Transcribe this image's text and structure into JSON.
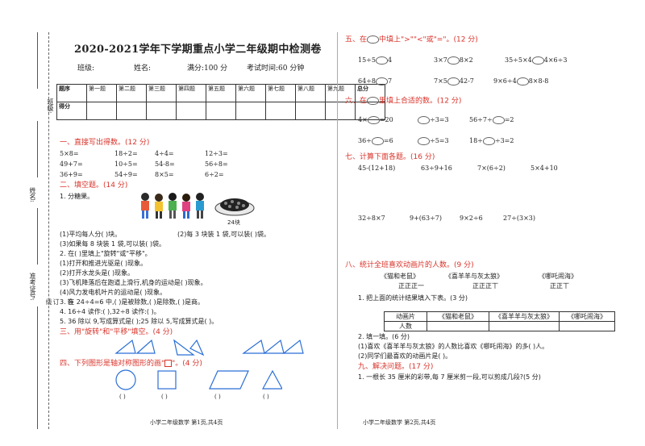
{
  "title": "2020-2021学年下学期重点小学二年级期中检测卷",
  "info": {
    "class": "班级:",
    "name": "姓名:",
    "full_score": "满分:100 分",
    "time": "考试时间:60 分钟"
  },
  "binding_strip": {
    "class_label": "班级:",
    "name_label": "姓名:",
    "exam_id_label": "准考证号:",
    "dashed_chars": [
      "-",
      "-",
      "-",
      "-",
      "装",
      "-",
      "-",
      "订",
      "-",
      "-",
      "线",
      "-",
      "-"
    ]
  },
  "score_table": {
    "row1": [
      "题序",
      "第一题",
      "第二题",
      "第三题",
      "第四题",
      "第五题",
      "第六题",
      "第七题",
      "第八题",
      "第九题",
      "总分"
    ],
    "row2": [
      "得分"
    ]
  },
  "s1": {
    "heading": "一、直接写出得数。(12 分)",
    "rows": [
      [
        "5×8=",
        "18÷2=",
        "4÷4=",
        "12÷3="
      ],
      [
        "49+7=",
        "10÷5=",
        "54-8=",
        "56÷8="
      ],
      [
        "36+9=",
        "54÷9=",
        "8×5=",
        "6÷2="
      ]
    ]
  },
  "s2": {
    "heading": "二、填空题。(14 分)",
    "q1": "1. 分糖果。",
    "candy_label": "24块",
    "q1_line1": "(1)平均每人分(     )块。",
    "q1_line2": "(2)每 3 块装 1 袋,可以装(     )袋。",
    "q1_line3": "(3)如果每 8 块装 1 袋,可以装(     )袋。",
    "q2": "2. 在(     )里填上\"旋转\"或\"平移\"。",
    "q2_1": "(1)打开和推进光驱是(     )现象。",
    "q2_2": "(2)打开水龙头是(     )现象。",
    "q2_3": "(3)飞机降落后在跑道上滑行,机身的运动是(     )现象。",
    "q2_4": "(4)风力发电机叶片的运动是(     )现象。",
    "q3": "3. 在 24÷4=6 中,(     )是被除数,(     )是除数,(     )是商。",
    "q4": "4. 16÷4 读作:(                    ),32÷8 读作:(                    )。",
    "q5": "5. 36 除以 9,写成算式是(                    );25 除以 5,写成算式是(                    )。"
  },
  "s3": {
    "heading": "三、用\"旋转\"和\"平移\"填空。(4 分)"
  },
  "s4": {
    "heading_pre": "四、下列图形是轴对称图形的画\"",
    "heading_post": "\"。(4 分)",
    "blank": "(     )"
  },
  "s5": {
    "heading_pre": "五、在",
    "heading_post": "中填上\">\"\"<\"或\"=\"。(12 分)",
    "rows": [
      [
        [
          "15÷5",
          "4"
        ],
        [
          "3×7",
          "8×2"
        ],
        [
          "35÷5×4",
          "4×6÷3"
        ]
      ],
      [
        [
          "64÷8",
          "7"
        ],
        [
          "7×5",
          "42-7"
        ],
        [
          "9×6÷4",
          "8×8-8"
        ]
      ]
    ]
  },
  "s6": {
    "heading_pre": "六、在",
    "heading_post": "里填上合适的数。(12 分)",
    "rows": [
      [
        [
          "4×",
          "=20"
        ],
        [
          "",
          "÷3=3"
        ],
        [
          "56÷7÷",
          "=2"
        ]
      ],
      [
        [
          "36÷",
          "=6"
        ],
        [
          "",
          "÷5=3"
        ],
        [
          "18÷",
          "÷3=2"
        ]
      ]
    ]
  },
  "s7": {
    "heading": "七、计算下面各题。(16 分)",
    "row1": [
      "45-(12+18)",
      "63÷9+16",
      "7×(6÷2)",
      "5×4+10"
    ],
    "row2": [
      "32÷8×7",
      "9+(63÷7)",
      "9×2÷6",
      "27÷(3×3)"
    ]
  },
  "s8": {
    "heading": "八、统计全班喜欢动画片的人数。(9 分)",
    "shows": [
      "《猫和老鼠》",
      "《喜羊羊与灰太狼》",
      "《哪吒闹海》"
    ],
    "tallies": [
      "正正正一",
      "正正正丅",
      "正正丅"
    ],
    "q1": "1. 把上面的统计结果填入下表。(3 分)",
    "table_header": [
      "动画片",
      "《猫和老鼠》",
      "《喜羊羊与灰太狼》",
      "《哪吒闹海》"
    ],
    "table_row": [
      "人数",
      "",
      "",
      ""
    ],
    "q2": "2. 填一填。(6 分)",
    "q2_1": "(1)喜欢《喜羊羊与灰太狼》的人数比喜欢《哪吒闹海》的多(     )人。",
    "q2_2": "(2)同学们最喜欢的动画片是(     )。"
  },
  "s9": {
    "heading": "九、解决问题。(17 分)",
    "q1": "1. 一根长 35 厘米的彩带,每 7 厘米剪一段,可以剪成几段?(5 分)"
  },
  "footer": {
    "left": "小学二年级数学    第1页,共4页",
    "right": "小学二年级数学    第2页,共4页"
  },
  "colors": {
    "heading_red": "#d9342b",
    "shape_blue": "#2b6fd6"
  }
}
